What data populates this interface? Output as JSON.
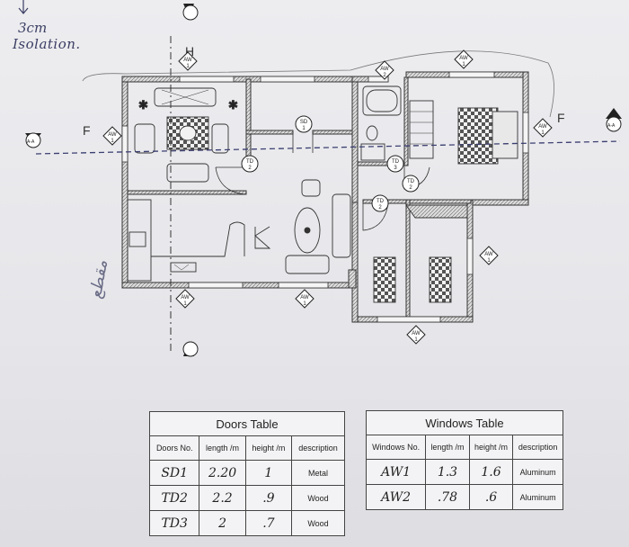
{
  "notes": {
    "thickness": "3cm",
    "isolation": "Isolation.",
    "side": "مقطع"
  },
  "plan": {
    "section_h": "H",
    "section_f": "F",
    "window_tag": "AW",
    "door_sd": "SD",
    "door_td": "TD",
    "section_tag": "A-A",
    "numbers": {
      "n1": "1",
      "n2": "2",
      "n3": "3"
    }
  },
  "doors_table": {
    "title": "Doors Table",
    "headers": [
      "Doors No.",
      "length /m",
      "height /m",
      "description"
    ],
    "rows": [
      [
        "SD1",
        "2.20",
        "1",
        "Metal"
      ],
      [
        "TD2",
        "2.2",
        ".9",
        "Wood"
      ],
      [
        "TD3",
        "2",
        ".7",
        "Wood"
      ]
    ]
  },
  "windows_table": {
    "title": "Windows Table",
    "headers": [
      "Windows No.",
      "length /m",
      "height /m",
      "description"
    ],
    "rows": [
      [
        "AW1",
        "1.3",
        "1.6",
        "Aluminum"
      ],
      [
        "AW2",
        ".78",
        ".6",
        "Aluminum"
      ]
    ]
  },
  "colors": {
    "ink": "#2b2d3a",
    "wall": "#3a3a3a",
    "section_line": "#3b3f70"
  }
}
